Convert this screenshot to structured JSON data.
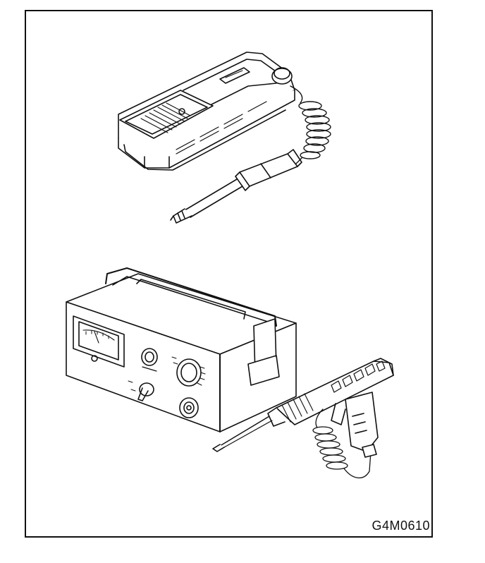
{
  "figure": {
    "code": "G4M0610"
  },
  "illustrations": {
    "top": "handheld-leak-detector",
    "bottom": "bench-leak-tester-with-probe-gun"
  },
  "colors": {
    "ink": "#111111",
    "paper": "#ffffff"
  }
}
